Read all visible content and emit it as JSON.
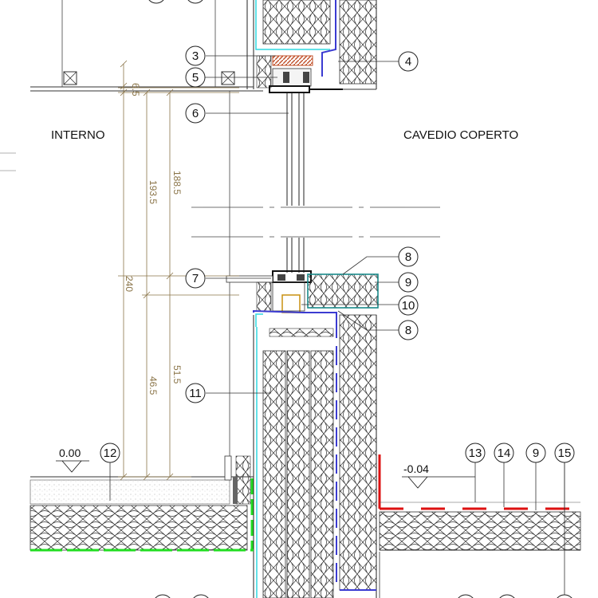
{
  "rooms": {
    "interior": "INTERNO",
    "exterior": "CAVEDIO COPERTO"
  },
  "levels": {
    "floor": "0.00",
    "outside": "-0.04"
  },
  "dimensions": {
    "d1": "6.5",
    "d2": "188.5",
    "d3": "193.5",
    "d4": "240",
    "d5": "51.5",
    "d6": "46.5"
  },
  "callouts": {
    "c3": "3",
    "c4": "4",
    "c5": "5",
    "c6": "6",
    "c7": "7",
    "c8a": "8",
    "c9a": "9",
    "c10": "10",
    "c8b": "8",
    "c11": "11",
    "c12": "12",
    "c13": "13",
    "c14": "14",
    "c9b": "9",
    "c15": "15"
  },
  "colors": {
    "dimension": "#8a7448",
    "membrane_blue": "#3b3bd1",
    "vapour_cyan": "#2fd8e0",
    "membrane_green": "#22dd22",
    "waterproof_red": "#dd1111",
    "lintel_orange": "#e8a070",
    "frame_teal": "#1a8a8a",
    "sill_gold": "#c89010"
  }
}
